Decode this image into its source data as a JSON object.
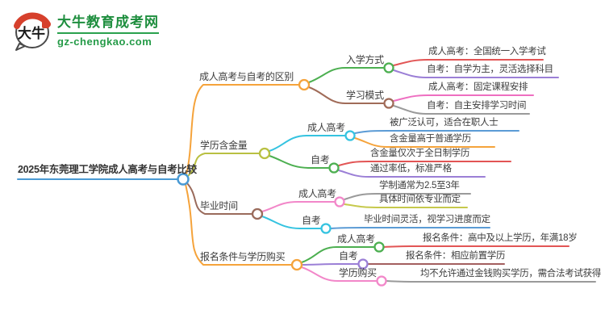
{
  "logo": {
    "title": "大牛教育成考网",
    "domain": "gz-chengkao.com",
    "badge": "大牛"
  },
  "palette": {
    "root_blue": "#4a9ad4",
    "orange": "#f5a33b",
    "olive": "#b9c042",
    "brown": "#9a6b5c",
    "green": "#4caf50",
    "cyan": "#35c3e0",
    "pink": "#f287c9",
    "magenta": "#ee6fc1",
    "red": "#e25555",
    "dark_red": "#a35f5f",
    "purple": "#9b7fd6",
    "blue": "#5b9bd5",
    "gray": "#9a9a9a",
    "logo_green": "#1e8e3e"
  },
  "mindmap": {
    "root": {
      "label": "2025年东莞理工学院成人高考与自考比较",
      "color": "#4a9ad4"
    },
    "branches": [
      {
        "label": "成人高考与自考的区别",
        "color": "#f5a33b",
        "children": [
          {
            "label": "入学方式",
            "color": "#4caf50",
            "children": [
              {
                "label": "成人高考：全国统一入学考试",
                "color": "#e25555"
              },
              {
                "label": "自考：自学为主，灵活选择科目",
                "color": "#9b7fd6"
              }
            ]
          },
          {
            "label": "学习模式",
            "color": "#a06b58",
            "children": [
              {
                "label": "成人高考：固定课程安排",
                "color": "#ee6fc1"
              },
              {
                "label": "自考：自主安排学习时间",
                "color": "#9a9a9a"
              }
            ]
          }
        ]
      },
      {
        "label": "学历含金量",
        "color": "#b9c042",
        "children": [
          {
            "label": "成人高考",
            "color": "#35c3e0",
            "children": [
              {
                "label": "被广泛认可，适合在职人士",
                "color": "#5b9bd5"
              },
              {
                "label": "含金量高于普通学历",
                "color": "#f5a33b"
              }
            ]
          },
          {
            "label": "自考",
            "color": "#4caf50",
            "children": [
              {
                "label": "含金量仅次于全日制学历",
                "color": "#e25555"
              },
              {
                "label": "通过率低，标准严格",
                "color": "#9b7fd6"
              }
            ]
          }
        ]
      },
      {
        "label": "毕业时间",
        "color": "#9a6b5c",
        "children": [
          {
            "label": "成人高考",
            "color": "#f287c9",
            "children": [
              {
                "label": "学制通常为2.5至3年",
                "color": "#9a9a9a"
              },
              {
                "label": "具体时间依专业而定",
                "color": "#c6c94c"
              }
            ]
          },
          {
            "label": "自考",
            "color": "#35c3e0",
            "children": [
              {
                "label": "毕业时间灵活，视学习进度而定",
                "color": "#5b9bd5"
              }
            ]
          }
        ]
      },
      {
        "label": "报名条件与学历购买",
        "color": "#f5a33b",
        "children": [
          {
            "label": "成人高考",
            "color": "#4caf50",
            "children": [
              {
                "label": "报名条件：高中及以上学历，年满18岁",
                "color": "#e25555"
              }
            ]
          },
          {
            "label": "自考",
            "color": "#9b7fd6",
            "children": [
              {
                "label": "报名条件：相应前置学历",
                "color": "#a35f5f"
              }
            ]
          },
          {
            "label": "学历购买",
            "color": "#f287c9",
            "children": [
              {
                "label": "均不允许通过金钱购买学历，需合法考试获得",
                "color": "#9a9a9a"
              }
            ]
          }
        ]
      }
    ]
  }
}
